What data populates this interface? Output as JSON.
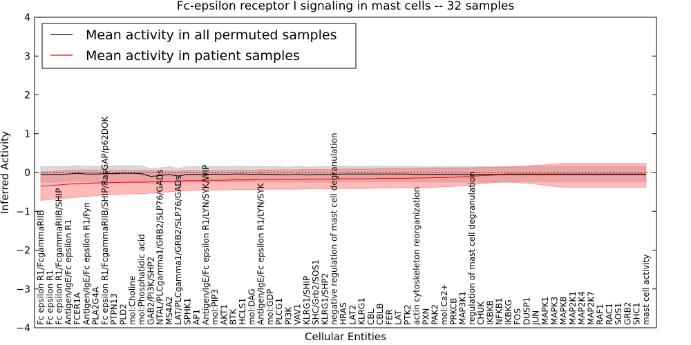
{
  "chart_data": {
    "type": "line",
    "title": "Fc-epsilon receptor I signaling in mast cells -- 32 samples",
    "xlabel": "Cellular Entities",
    "ylabel": "Inferred Activity",
    "ylim": [
      -4,
      4
    ],
    "yticks": [
      "−4",
      "−3",
      "−2",
      "−1",
      "0",
      "1",
      "2",
      "3",
      "4"
    ],
    "categories": [
      "Fc epsilon R1/FcgammaRIIB",
      "Fc epsilon R1",
      "Fc epsilon R1/FcgammaRIIB/SHIP",
      "Antigen/IgE/Fc epsilon R1",
      "FCER1A",
      "Antigen/IgE/Fc epsilon R1/Fyn",
      "PLA2G4A",
      "Fc epsilon R1/FcgammaRIIB/SHIP/RasGAP/p62DOK",
      "PTPN13",
      "PLD2",
      "mol:Choline",
      "mol:Phosphatidic acid",
      "GAB2/PI3K/SHP2",
      "NTAL/PLCgamma1/GRB2/SLP76/GADs",
      "MS4A2",
      "LAT/PLCgamma1/GRB2/SLP76/GADs",
      "SPHK1",
      "AP1",
      "Antigen/IgE/Fc epsilon R1/LYN/SYK/WIP",
      "mol:PIP3",
      "AKT1",
      "BTK",
      "HCLS1",
      "mol:DAG",
      "Antigen/IgE/Fc epsilon R1/LYN/SYK",
      "mol:GDP",
      "PLCG1",
      "PI3K",
      "VAV1",
      "KLRG1/SHIP",
      "SHC/Grb2/SOS1",
      "KLRG1/SHP2",
      "negative regulation of mast cell degranulation",
      "HRAS",
      "LAT2",
      "KLRG1",
      "CBL",
      "CBLB",
      "FER",
      "LAT",
      "PTK2",
      "actin cytoskeleton reorganization",
      "PXN",
      "PAK2",
      "mol:Ca2+",
      "PRKCB",
      "MAP3K1",
      "regulation of mast cell degranulation",
      "CHUK",
      "IKBKB",
      "NFKB1",
      "IKBKG",
      "FOS",
      "DUSP1",
      "JUN",
      "MAPK1",
      "MAPK3",
      "MAPK8",
      "MAP2K1",
      "MAP2K4",
      "MAP2K7",
      "RAF1",
      "RAC1",
      "SOS1",
      "GRB2",
      "SHC1",
      "mast cell activity"
    ],
    "series": [
      {
        "name": "Mean activity in all permuted samples",
        "color": "#000000",
        "values": [
          -0.05,
          -0.05,
          -0.05,
          -0.04,
          -0.02,
          -0.04,
          -0.04,
          -0.03,
          -0.03,
          -0.02,
          -0.02,
          -0.03,
          -0.1,
          -0.08,
          -0.05,
          -0.09,
          -0.05,
          -0.05,
          -0.05,
          -0.04,
          -0.05,
          -0.04,
          -0.04,
          -0.05,
          -0.04,
          -0.05,
          -0.05,
          -0.06,
          -0.04,
          -0.06,
          -0.05,
          -0.05,
          -0.05,
          -0.04,
          -0.04,
          -0.04,
          -0.04,
          -0.04,
          -0.04,
          -0.04,
          -0.04,
          -0.05,
          -0.05,
          -0.05,
          -0.05,
          -0.05,
          -0.05,
          -0.05,
          -0.05,
          -0.05,
          -0.05,
          -0.04,
          -0.04,
          -0.04,
          -0.04,
          -0.04,
          -0.04,
          -0.04,
          -0.04,
          -0.04,
          -0.04,
          -0.04,
          -0.04,
          -0.04,
          -0.04,
          -0.04,
          -0.04
        ],
        "band_low": [
          -0.25,
          -0.25,
          -0.25,
          -0.24,
          -0.22,
          -0.24,
          -0.24,
          -0.23,
          -0.23,
          -0.22,
          -0.22,
          -0.23,
          -0.3,
          -0.28,
          -0.25,
          -0.29,
          -0.25,
          -0.25,
          -0.25,
          -0.24,
          -0.25,
          -0.24,
          -0.24,
          -0.25,
          -0.24,
          -0.25,
          -0.25,
          -0.26,
          -0.24,
          -0.26,
          -0.25,
          -0.25,
          -0.25,
          -0.24,
          -0.24,
          -0.24,
          -0.24,
          -0.24,
          -0.24,
          -0.24,
          -0.24,
          -0.25,
          -0.25,
          -0.25,
          -0.25,
          -0.25,
          -0.25,
          -0.25,
          -0.25,
          -0.25,
          -0.25,
          -0.24,
          -0.24,
          -0.24,
          -0.24,
          -0.24,
          -0.24,
          -0.24,
          -0.24,
          -0.24,
          -0.24,
          -0.24,
          -0.24,
          -0.24,
          -0.24,
          -0.24,
          -0.24
        ],
        "band_high": [
          0.15,
          0.15,
          0.15,
          0.16,
          0.18,
          0.16,
          0.16,
          0.17,
          0.17,
          0.18,
          0.18,
          0.17,
          0.1,
          0.12,
          0.15,
          0.11,
          0.15,
          0.15,
          0.15,
          0.16,
          0.15,
          0.16,
          0.16,
          0.15,
          0.16,
          0.15,
          0.15,
          0.14,
          0.16,
          0.14,
          0.15,
          0.15,
          0.15,
          0.16,
          0.16,
          0.16,
          0.16,
          0.16,
          0.16,
          0.16,
          0.16,
          0.15,
          0.15,
          0.15,
          0.15,
          0.15,
          0.15,
          0.15,
          0.15,
          0.15,
          0.15,
          0.16,
          0.16,
          0.16,
          0.16,
          0.16,
          0.16,
          0.16,
          0.16,
          0.16,
          0.16,
          0.16,
          0.16,
          0.16,
          0.16,
          0.16,
          0.16
        ]
      },
      {
        "name": "Mean activity in patient samples",
        "color": "#ff0000",
        "values": [
          -0.35,
          -0.34,
          -0.32,
          -0.3,
          -0.29,
          -0.28,
          -0.27,
          -0.26,
          -0.26,
          -0.25,
          -0.25,
          -0.25,
          -0.24,
          -0.24,
          -0.23,
          -0.22,
          -0.21,
          -0.21,
          -0.2,
          -0.2,
          -0.2,
          -0.19,
          -0.19,
          -0.19,
          -0.18,
          -0.18,
          -0.18,
          -0.18,
          -0.18,
          -0.17,
          -0.17,
          -0.17,
          -0.17,
          -0.16,
          -0.16,
          -0.16,
          -0.16,
          -0.15,
          -0.15,
          -0.15,
          -0.15,
          -0.14,
          -0.14,
          -0.13,
          -0.13,
          -0.12,
          -0.11,
          -0.1,
          -0.08,
          -0.07,
          -0.06,
          -0.06,
          -0.06,
          -0.06,
          -0.06,
          -0.06,
          -0.06,
          -0.06,
          -0.06,
          -0.06,
          -0.06,
          -0.06,
          -0.06,
          -0.06,
          -0.06,
          -0.06,
          -0.06
        ],
        "band_low": [
          -0.72,
          -0.7,
          -0.68,
          -0.66,
          -0.64,
          -0.62,
          -0.6,
          -0.58,
          -0.57,
          -0.56,
          -0.55,
          -0.55,
          -0.53,
          -0.52,
          -0.5,
          -0.48,
          -0.47,
          -0.46,
          -0.45,
          -0.45,
          -0.45,
          -0.44,
          -0.44,
          -0.44,
          -0.43,
          -0.43,
          -0.43,
          -0.43,
          -0.43,
          -0.42,
          -0.42,
          -0.42,
          -0.42,
          -0.41,
          -0.41,
          -0.41,
          -0.41,
          -0.4,
          -0.4,
          -0.4,
          -0.4,
          -0.39,
          -0.39,
          -0.38,
          -0.37,
          -0.36,
          -0.34,
          -0.32,
          -0.29,
          -0.27,
          -0.25,
          -0.25,
          -0.26,
          -0.28,
          -0.3,
          -0.33,
          -0.36,
          -0.38,
          -0.38,
          -0.38,
          -0.38,
          -0.38,
          -0.38,
          -0.38,
          -0.38,
          -0.38,
          -0.38
        ],
        "band_high": [
          0.02,
          0.02,
          0.04,
          0.06,
          0.06,
          0.06,
          0.06,
          0.06,
          0.05,
          0.06,
          0.05,
          0.05,
          0.05,
          0.04,
          0.04,
          0.04,
          0.05,
          0.04,
          0.05,
          0.05,
          0.05,
          0.06,
          0.06,
          0.06,
          0.07,
          0.07,
          0.07,
          0.07,
          0.07,
          0.08,
          0.08,
          0.08,
          0.08,
          0.09,
          0.09,
          0.09,
          0.09,
          0.1,
          0.1,
          0.1,
          0.1,
          0.11,
          0.11,
          0.12,
          0.11,
          0.12,
          0.12,
          0.12,
          0.13,
          0.13,
          0.14,
          0.14,
          0.15,
          0.17,
          0.19,
          0.2,
          0.22,
          0.24,
          0.24,
          0.24,
          0.24,
          0.24,
          0.24,
          0.24,
          0.24,
          0.24,
          0.24
        ]
      }
    ],
    "legend": {
      "placement": "top-left"
    },
    "reference_line": {
      "y": 0,
      "style": "dotted"
    },
    "grid": false
  }
}
